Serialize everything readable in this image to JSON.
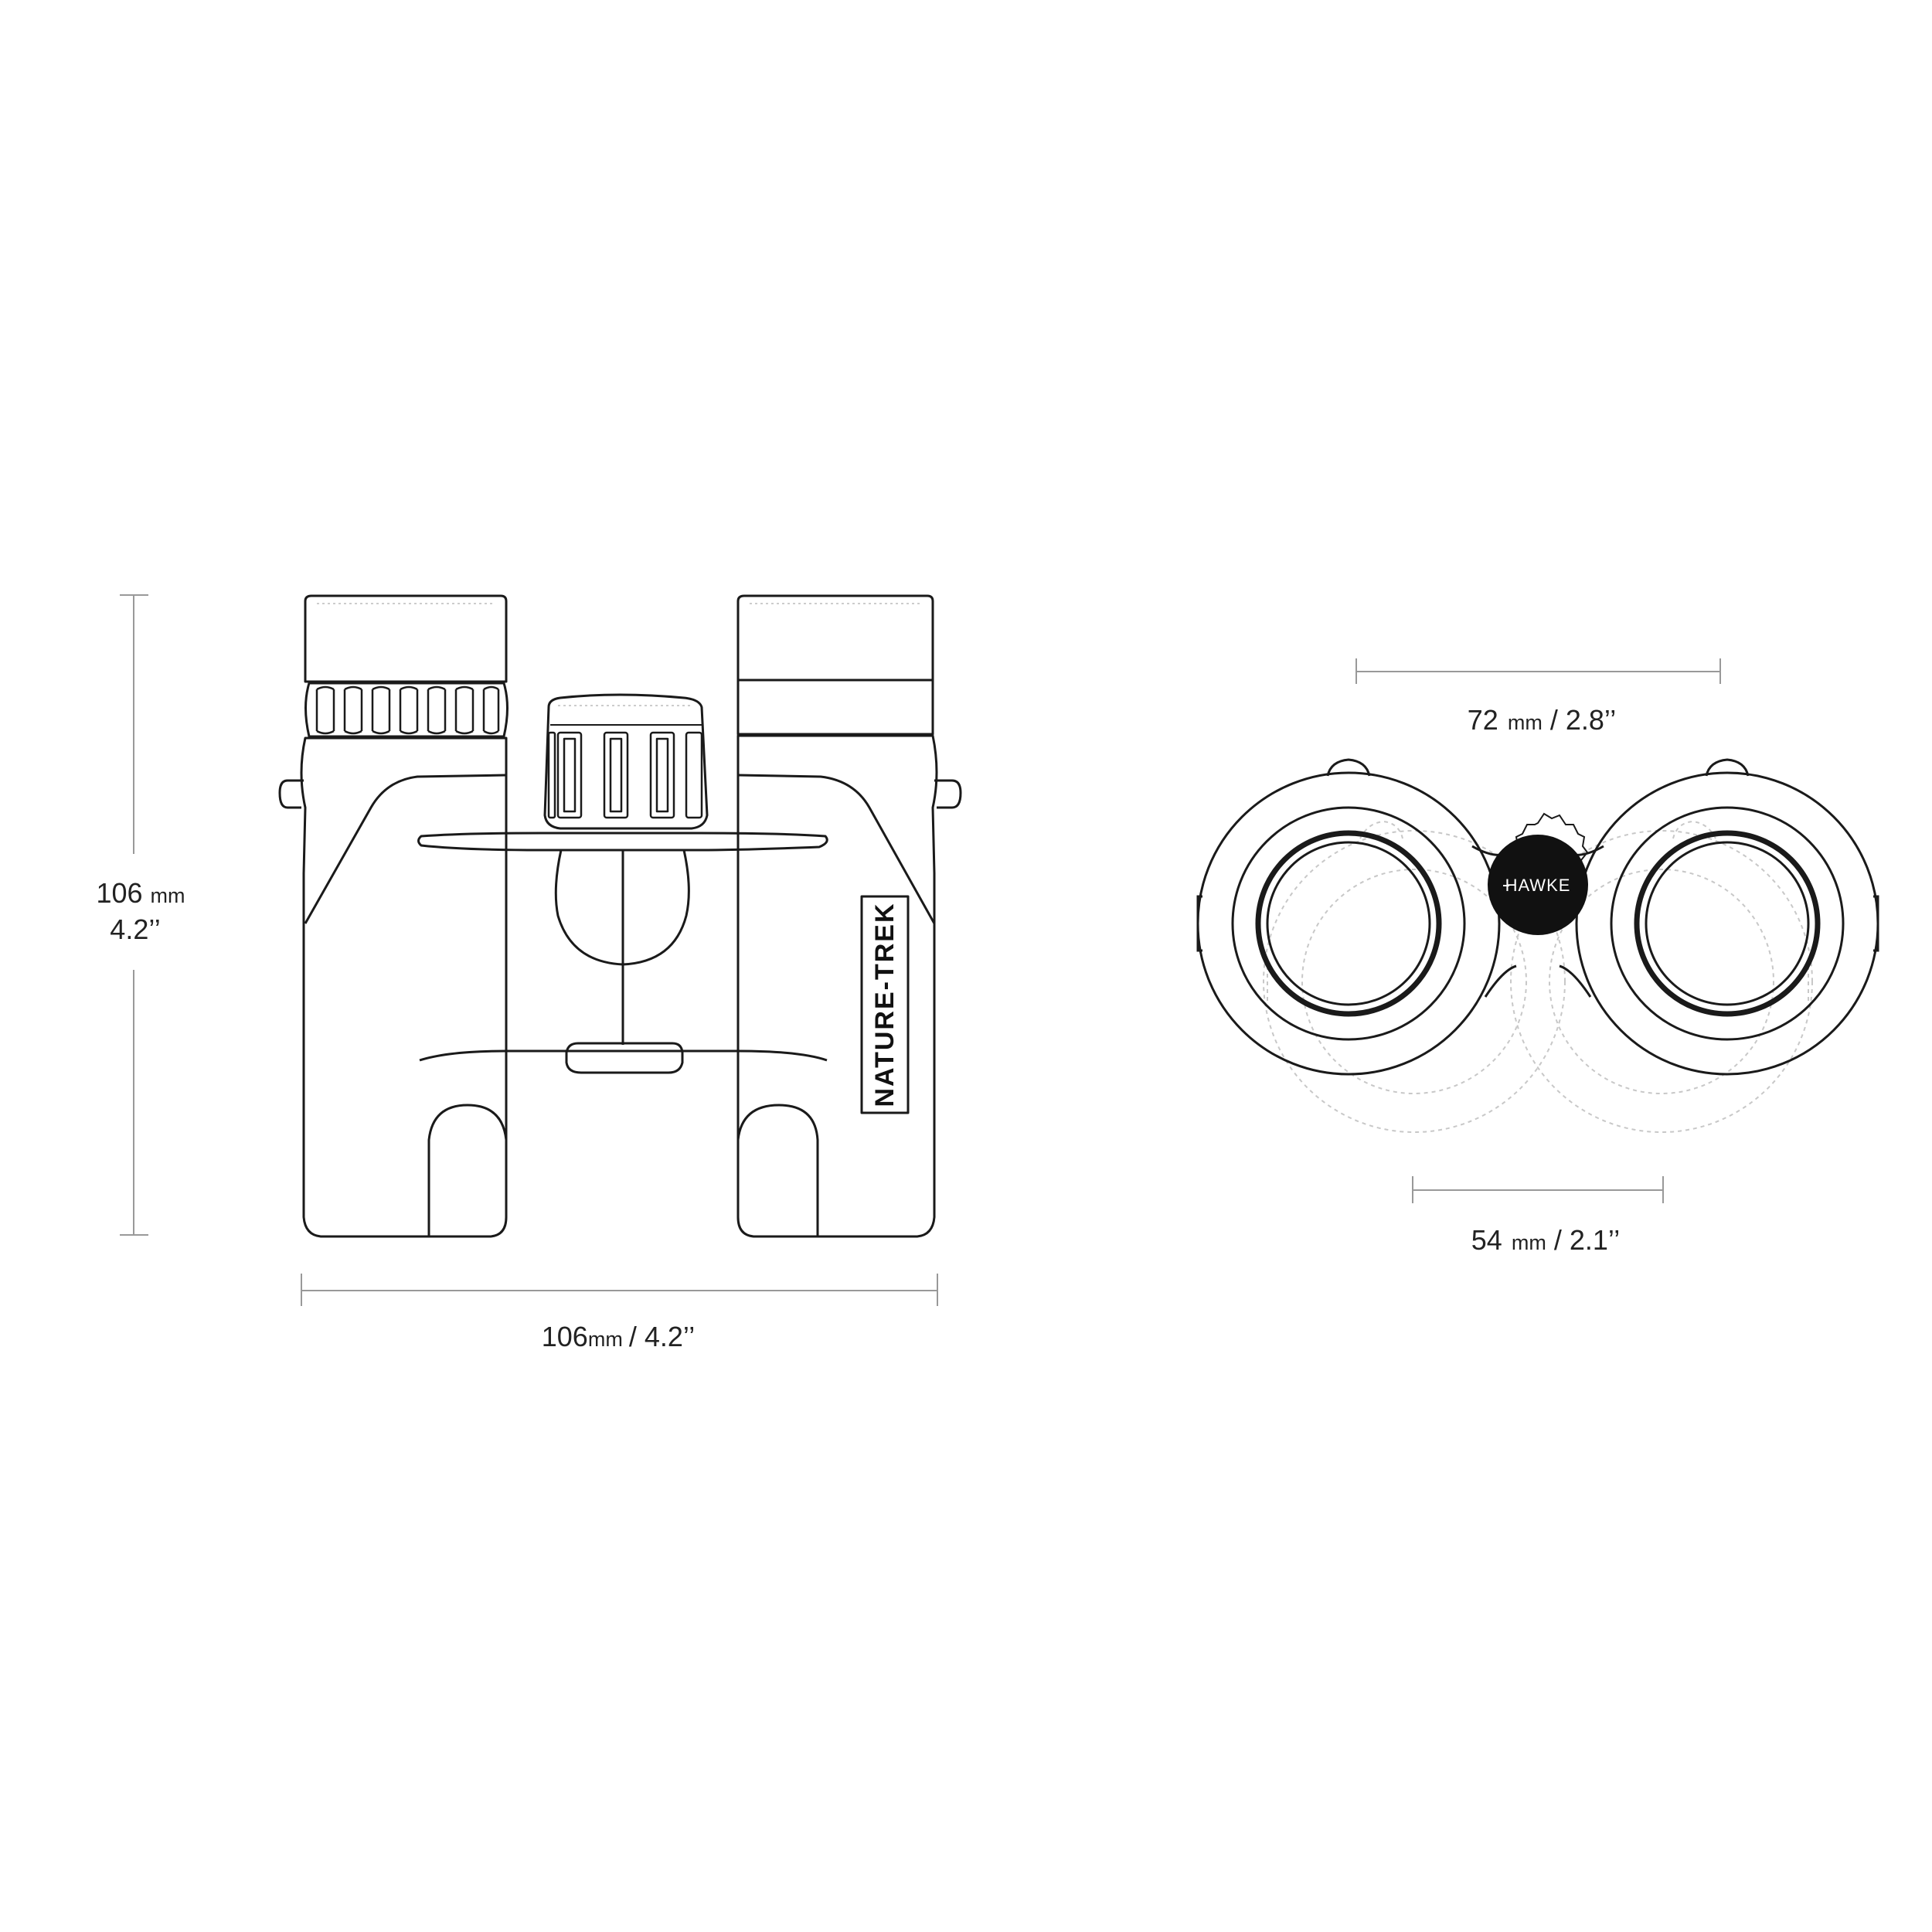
{
  "front_view": {
    "height_dim": {
      "value_mm": "106",
      "unit_mm": "mm",
      "value_in": "4.2’’"
    },
    "width_dim": {
      "value_mm": "106",
      "unit_mm": "mm",
      "value_in": "/ 4.2’’"
    },
    "body_label": "NATURE-TREK"
  },
  "eyepiece_view": {
    "max_ipd": {
      "value": "72",
      "unit": "mm",
      "imperial": "/ 2.8’’"
    },
    "min_ipd": {
      "value": "54",
      "unit": "mm",
      "imperial": "/ 2.1’’"
    },
    "logo": "HAWKE"
  },
  "colors": {
    "line": "#1a1a1a",
    "dim_line": "#999999",
    "dashed": "#c8c8c8",
    "logo_bg": "#111111"
  }
}
